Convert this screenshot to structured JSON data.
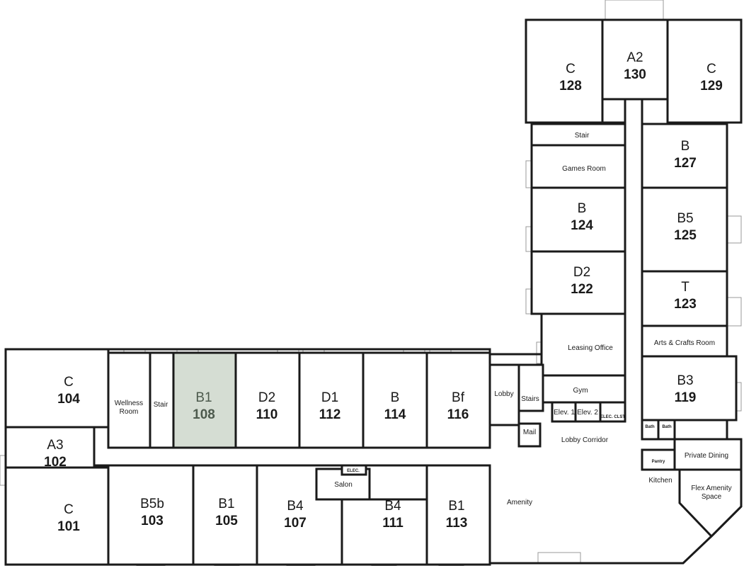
{
  "highlight_color": "#d5ddd3",
  "highlighted_unit": "108",
  "units": [
    {
      "id": "128",
      "type": "C"
    },
    {
      "id": "130",
      "type": "A2"
    },
    {
      "id": "129",
      "type": "C"
    },
    {
      "id": "127",
      "type": "B"
    },
    {
      "id": "124",
      "type": "B"
    },
    {
      "id": "125",
      "type": "B5"
    },
    {
      "id": "122",
      "type": "D2"
    },
    {
      "id": "123",
      "type": "T"
    },
    {
      "id": "119",
      "type": "B3"
    },
    {
      "id": "104",
      "type": "C"
    },
    {
      "id": "102",
      "type": "A3"
    },
    {
      "id": "101",
      "type": "C"
    },
    {
      "id": "108",
      "type": "B1"
    },
    {
      "id": "110",
      "type": "D2"
    },
    {
      "id": "112",
      "type": "D1"
    },
    {
      "id": "114",
      "type": "B"
    },
    {
      "id": "116",
      "type": "Bf"
    },
    {
      "id": "103",
      "type": "B5b"
    },
    {
      "id": "105",
      "type": "B1"
    },
    {
      "id": "107",
      "type": "B4"
    },
    {
      "id": "111",
      "type": "B4"
    },
    {
      "id": "113",
      "type": "B1"
    }
  ],
  "amenities": [
    {
      "key": "stair_n",
      "label": "Stair"
    },
    {
      "key": "games",
      "label": "Games Room"
    },
    {
      "key": "leasing",
      "label": "Leasing Office"
    },
    {
      "key": "arts",
      "label": "Arts & Crafts Room"
    },
    {
      "key": "lobby",
      "label": "Lobby"
    },
    {
      "key": "stairs",
      "label": "Stairs"
    },
    {
      "key": "gym",
      "label": "Gym"
    },
    {
      "key": "elev1",
      "label": "Elev. 1"
    },
    {
      "key": "elev2",
      "label": "Elev. 2"
    },
    {
      "key": "elec_clst",
      "label": "ELEC. CLST."
    },
    {
      "key": "mail",
      "label": "Mail"
    },
    {
      "key": "lobby_corridor",
      "label": "Lobby Corridor"
    },
    {
      "key": "bath1",
      "label": "Bath"
    },
    {
      "key": "bath2",
      "label": "Bath"
    },
    {
      "key": "pantry",
      "label": "Pantry"
    },
    {
      "key": "private_dining",
      "label": "Private Dining"
    },
    {
      "key": "kitchen",
      "label": "Kitchen"
    },
    {
      "key": "flex",
      "label": "Flex Amenity Space"
    },
    {
      "key": "amenity",
      "label": "Amenity"
    },
    {
      "key": "wellness",
      "label": "Wellness Room"
    },
    {
      "key": "stair_w",
      "label": "Stair"
    },
    {
      "key": "salon",
      "label": "Salon"
    },
    {
      "key": "elec",
      "label": "ELEC."
    }
  ]
}
